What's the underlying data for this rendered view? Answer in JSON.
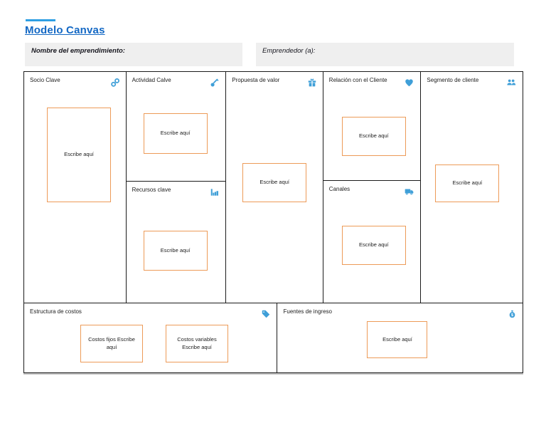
{
  "colors": {
    "title_blue": "#1368C4",
    "overline_blue": "#2E9FE3",
    "icon_blue": "#3F9FD8",
    "box_orange": "#ED9B58",
    "field_gray": "#EFEFEF",
    "grid_border": "#1B1B1B"
  },
  "page": {
    "title": "Modelo Canvas"
  },
  "fields": {
    "name": {
      "label": "Nombre del emprendimiento:",
      "value": ""
    },
    "entrepreneur": {
      "label": "Emprendedor (a):",
      "value": ""
    }
  },
  "canvas": {
    "sections": {
      "socio": {
        "title": "Socio Clave",
        "icon": "link-icon",
        "placeholder": "Escribe aquí"
      },
      "actividad": {
        "title": "Actividad Calve",
        "icon": "key-icon",
        "placeholder": "Escribe aquí"
      },
      "recursos": {
        "title": "Recursos clave",
        "icon": "factory-icon",
        "placeholder": "Escribe aquí"
      },
      "propuesta": {
        "title": "Propuesta de valor",
        "icon": "gift-icon",
        "placeholder": "Escribe aquí"
      },
      "relacion": {
        "title": "Relación con el Cliente",
        "icon": "heart-icon",
        "placeholder": "Escribe aquí"
      },
      "canales": {
        "title": "Canales",
        "icon": "truck-icon",
        "placeholder": "Escribe aquí"
      },
      "segmento": {
        "title": "Segmento de cliente",
        "icon": "users-icon",
        "placeholder": "Escribe aquí"
      },
      "costos": {
        "title": "Estructura de costos",
        "icon": "tag-icon",
        "boxes": [
          "Costos fijos Escribe aquí",
          "Costos variables Escribe aquí"
        ]
      },
      "ingresos": {
        "title": "Fuentes de ingreso",
        "icon": "money-bag-icon",
        "placeholder": "Escribe aquí"
      }
    }
  }
}
